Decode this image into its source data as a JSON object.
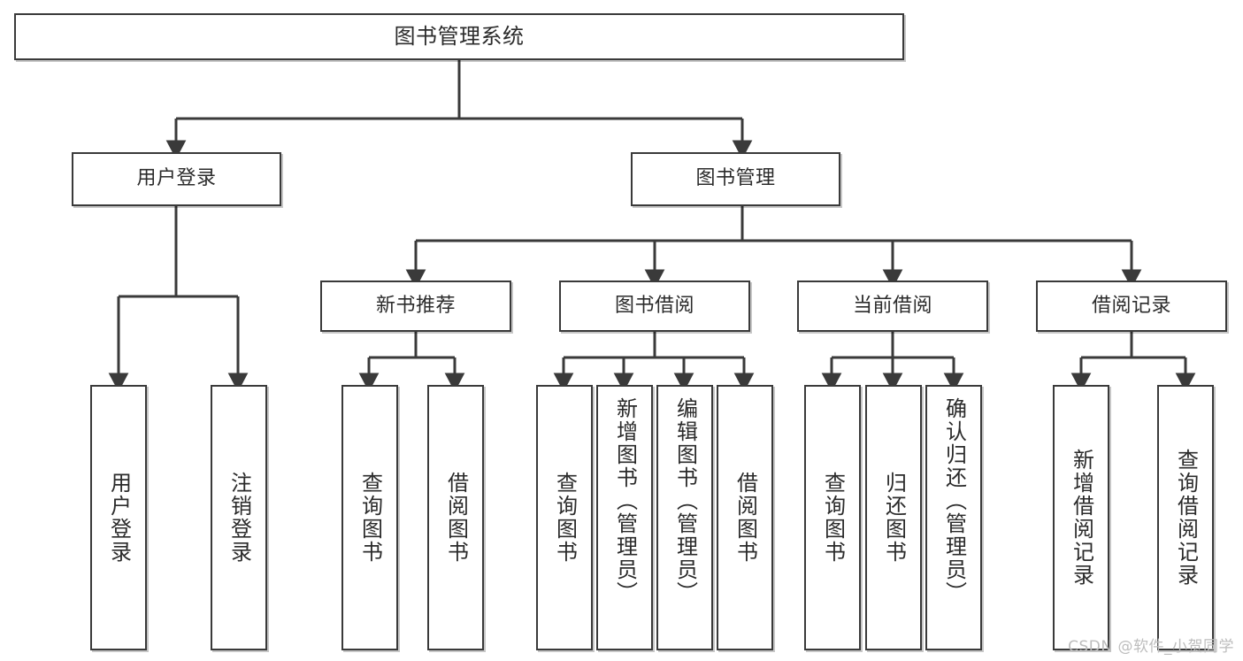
{
  "diagram": {
    "type": "tree-hierarchy",
    "root": {
      "label": "图书管理系统"
    },
    "level1": [
      {
        "label": "用户登录"
      },
      {
        "label": "图书管理"
      }
    ],
    "level2": [
      {
        "label": "新书推荐"
      },
      {
        "label": "图书借阅"
      },
      {
        "label": "当前借阅"
      },
      {
        "label": "借阅记录"
      }
    ],
    "leaves": [
      {
        "label": "用户登录"
      },
      {
        "label": "注销登录"
      },
      {
        "label": "查询图书"
      },
      {
        "label": "借阅图书"
      },
      {
        "label": "查询图书"
      },
      {
        "label": "新增图书（管理员）"
      },
      {
        "label": "编辑图书（管理员）"
      },
      {
        "label": "借阅图书"
      },
      {
        "label": "查询图书"
      },
      {
        "label": "归还图书"
      },
      {
        "label": "确认归还（管理员）"
      },
      {
        "label": "新增借阅记录"
      },
      {
        "label": "查询借阅记录"
      }
    ]
  },
  "watermark": {
    "text": "CSDN @软件_小贺同学"
  },
  "colors": {
    "stroke": "#3a3a3a",
    "text": "#2b2b2b",
    "background": "#ffffff",
    "watermark": "#bdbdbd"
  }
}
